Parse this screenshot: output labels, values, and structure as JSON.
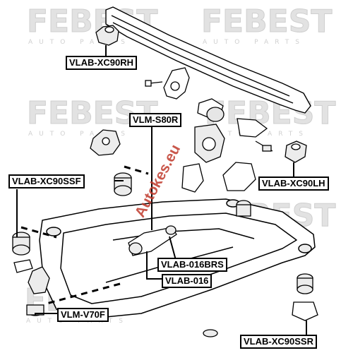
{
  "labels": {
    "xc90rh": "VLAB-XC90RH",
    "s80r": "VLM-S80R",
    "xc90ssf": "VLAB-XC90SSF",
    "xc90lh": "VLAB-XC90LH",
    "016brs": "VLAB-016BRS",
    "016": "VLAB-016",
    "v70f": "VLM-V70F",
    "xc90ssr": "VLAB-XC90SSR"
  },
  "watermark": {
    "brand": "FEBEST",
    "tagline": "AUTO PARTS"
  },
  "overlay_watermark": {
    "text": "Autokes.eu",
    "color": "#c0392b"
  },
  "colors": {
    "line": "#000000",
    "part_fill": "#eeeeee",
    "watermark": "#d8d8d8"
  }
}
